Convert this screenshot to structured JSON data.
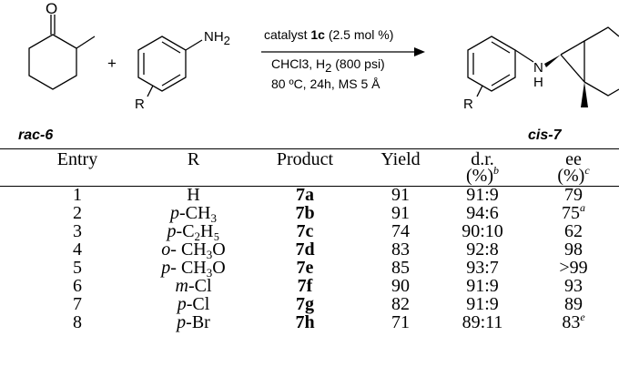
{
  "scheme": {
    "reactant1_label": "rac-6",
    "reactant1_atom_o": "O",
    "reactant2_group": "NH",
    "reactant2_group_sub": "2",
    "reactant2_r": "R",
    "plus_sign": "+",
    "conditions_catalyst_pre": "catalyst ",
    "conditions_catalyst_bold": "1c",
    "conditions_catalyst_post": " (2.5 mol %)",
    "conditions_line2_pre": "CHCl3, H",
    "conditions_line2_sub": "2",
    "conditions_line2_post": " (800 psi)",
    "conditions_line3": "80 ºC, 24h, MS 5 Å",
    "product_label": "cis-7",
    "product_n": "N",
    "product_h": "H",
    "product_r": "R"
  },
  "table": {
    "headers": {
      "entry": "Entry",
      "r": "R",
      "product": "Product",
      "yield": "Yield",
      "dr": "d.r.",
      "dr_unit": "(%)",
      "dr_note": "b",
      "ee": "ee",
      "ee_unit": "(%)",
      "ee_note": "c"
    },
    "rows": [
      {
        "entry": "1",
        "r_pre": "",
        "r_base": "H",
        "r_sub": "",
        "r_post": "",
        "product": "7a",
        "yield": "91",
        "dr": "91:9",
        "ee": "79",
        "ee_note": ""
      },
      {
        "entry": "2",
        "r_pre": "p",
        "r_base": "-CH",
        "r_sub": "3",
        "r_post": "",
        "product": "7b",
        "yield": "91",
        "dr": "94:6",
        "ee": "75",
        "ee_note": "a"
      },
      {
        "entry": "3",
        "r_pre": "p",
        "r_base": "-C",
        "r_sub": "2",
        "r_post": "H₅",
        "product": "7c",
        "yield": "74",
        "dr": "90:10",
        "ee": "62",
        "ee_note": ""
      },
      {
        "entry": "4",
        "r_pre": "o",
        "r_base": "- CH",
        "r_sub": "3",
        "r_post": "O",
        "product": "7d",
        "yield": "83",
        "dr": "92:8",
        "ee": "98",
        "ee_note": ""
      },
      {
        "entry": "5",
        "r_pre": "p",
        "r_base": "- CH",
        "r_sub": "3",
        "r_post": "O",
        "product": "7e",
        "yield": "85",
        "dr": "93:7",
        "ee": ">99",
        "ee_note": ""
      },
      {
        "entry": "6",
        "r_pre": "m",
        "r_base": "-Cl",
        "r_sub": "",
        "r_post": "",
        "product": "7f",
        "yield": "90",
        "dr": "91:9",
        "ee": "93",
        "ee_note": ""
      },
      {
        "entry": "7",
        "r_pre": "p",
        "r_base": "-Cl",
        "r_sub": "",
        "r_post": "",
        "product": "7g",
        "yield": "82",
        "dr": "91:9",
        "ee": "89",
        "ee_note": ""
      },
      {
        "entry": "8",
        "r_pre": "p",
        "r_base": "-Br",
        "r_sub": "",
        "r_post": "",
        "product": "7h",
        "yield": "71",
        "dr": "89:11",
        "ee": "83",
        "ee_note": "e"
      }
    ]
  }
}
